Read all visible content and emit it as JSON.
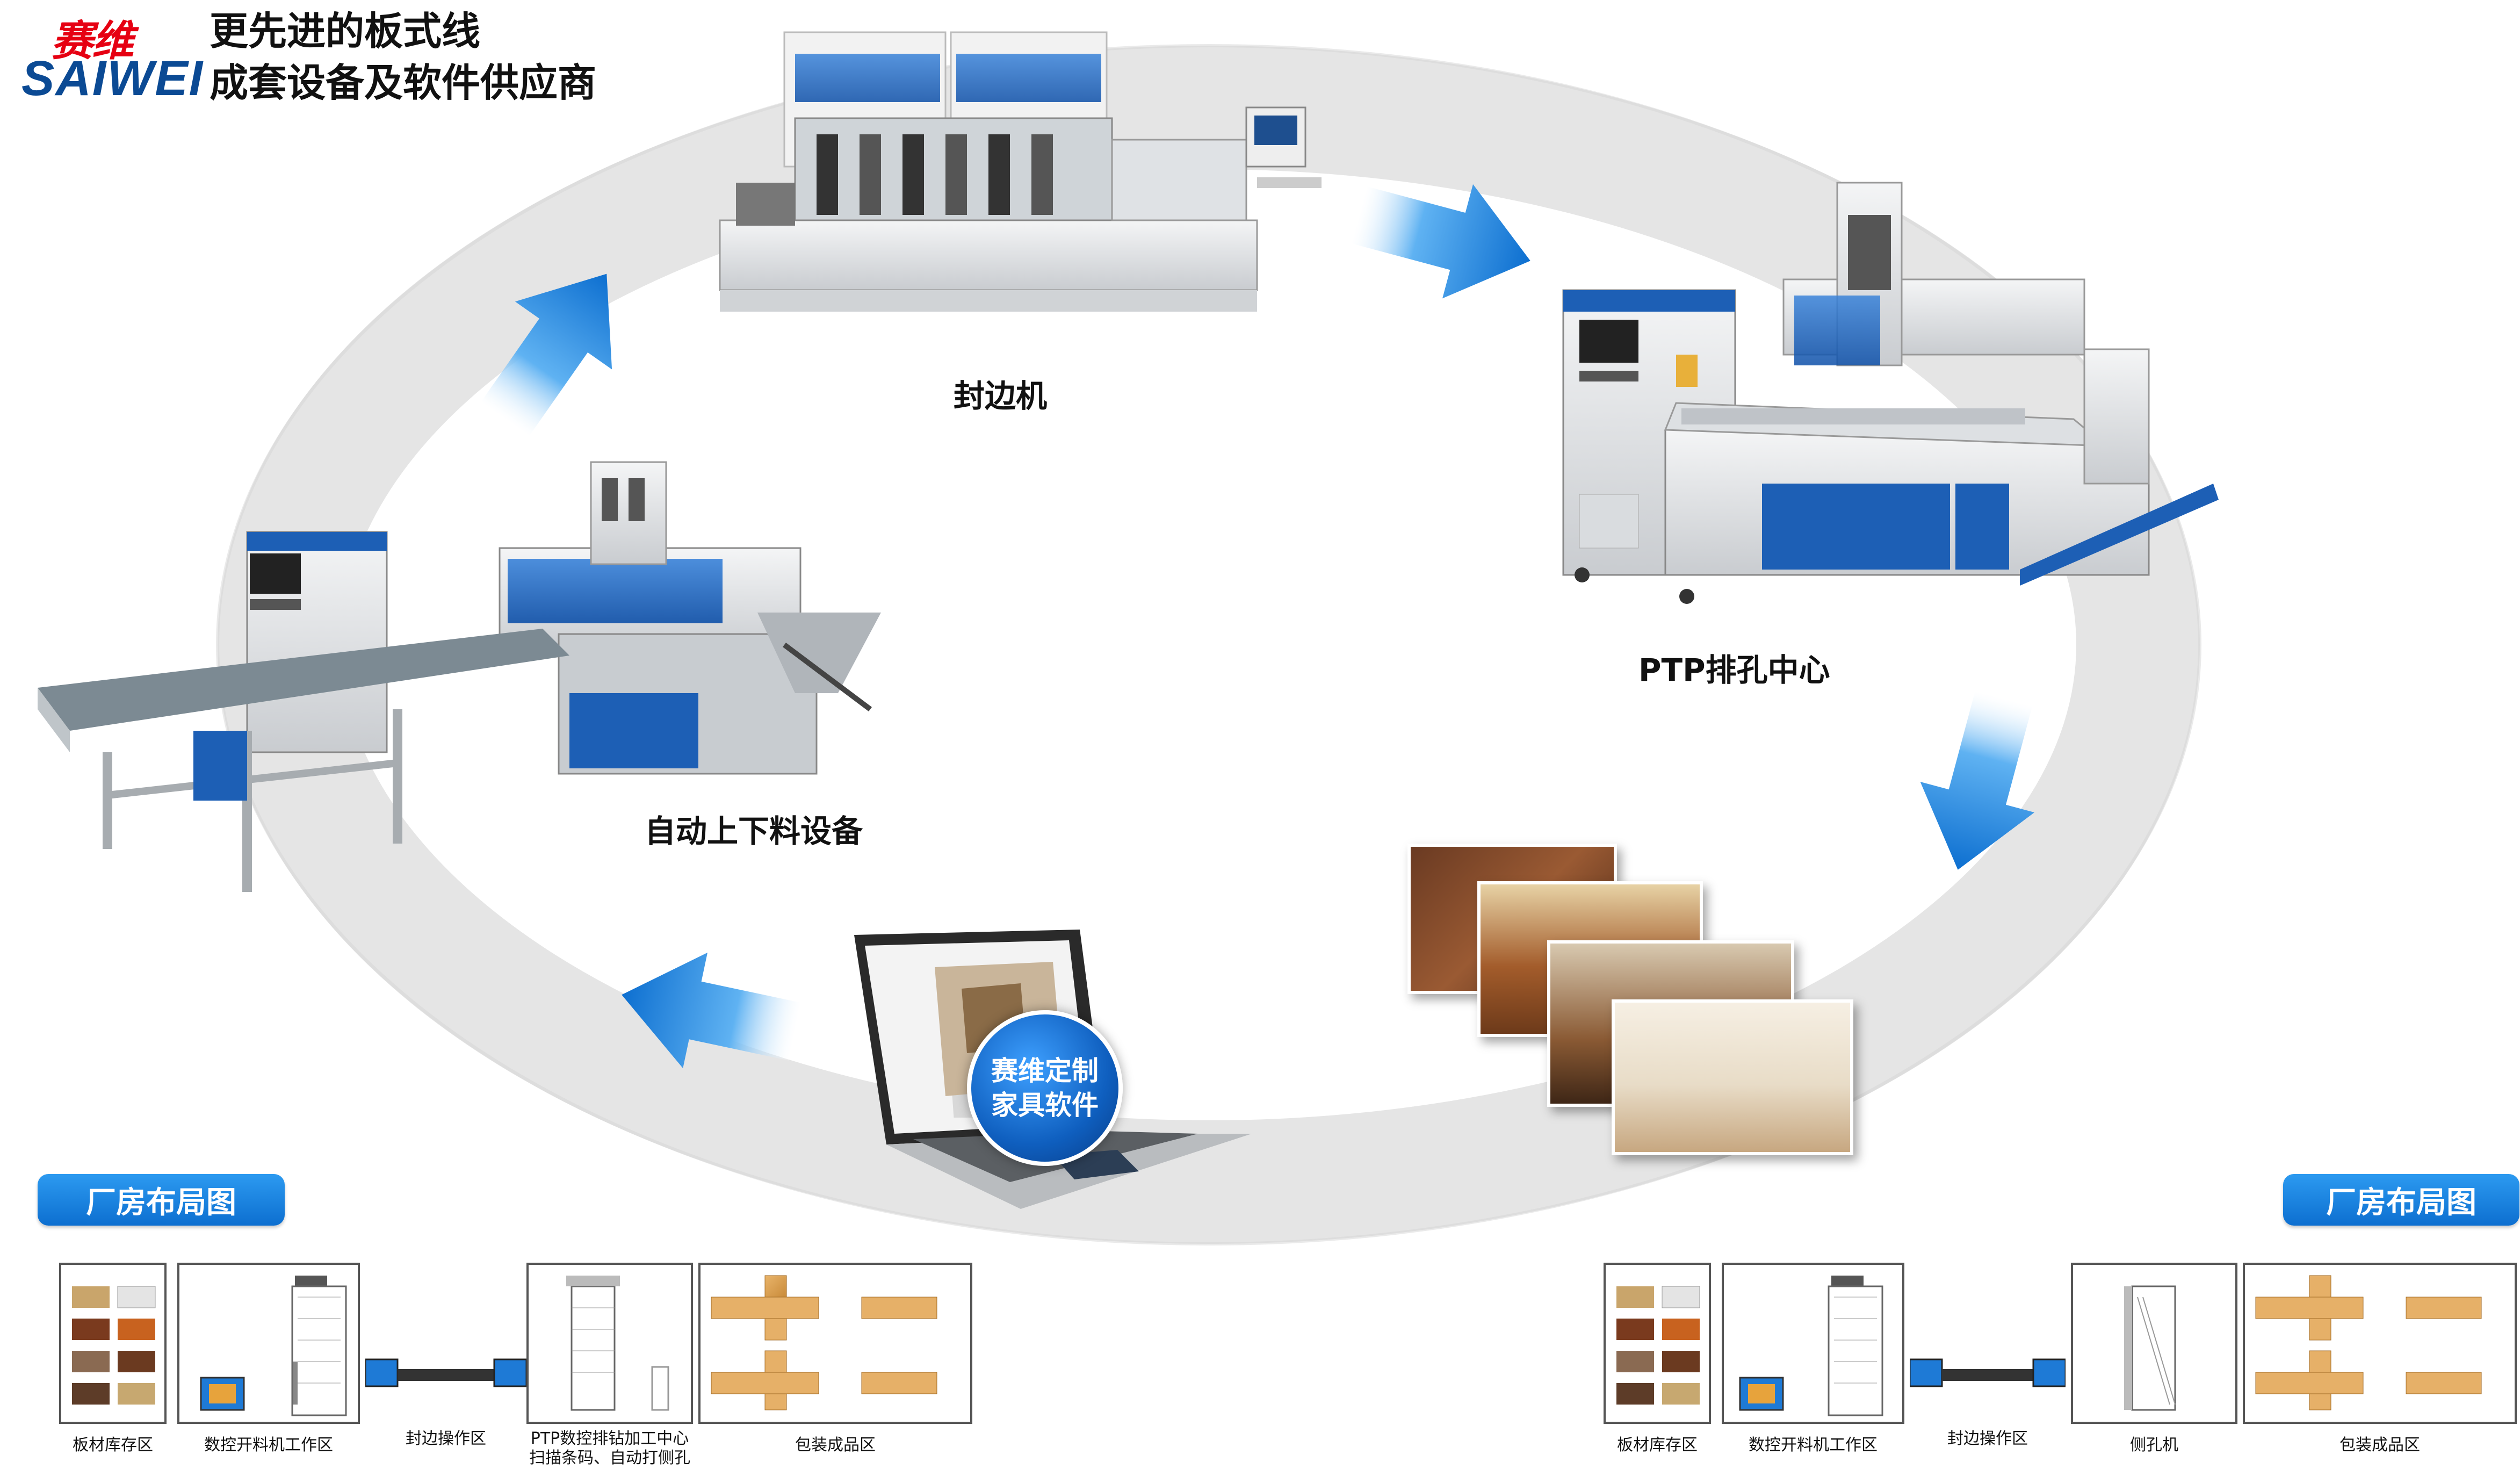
{
  "brand": {
    "name_cn": "赛维",
    "name_en": "SAIWEI",
    "slogan_line1": "更先进的板式线",
    "slogan_line2": "成套设备及软件供应商"
  },
  "cycle": {
    "edge_bander_label": "封边机",
    "ptp_label": "PTP排孔中心",
    "auto_loading_label": "自动上下料设备",
    "software_badge_line1": "赛维定制",
    "software_badge_line2": "家具软件"
  },
  "floor_plan_left": {
    "title": "厂房布局图",
    "areas": [
      {
        "label": "板材库存区"
      },
      {
        "label": "数控开料机工作区"
      },
      {
        "label": "封边操作区"
      },
      {
        "label": "PTP数控排钻加工中心",
        "label2": "扫描条码、自动打侧孔"
      },
      {
        "label": "包装成品区"
      }
    ]
  },
  "floor_plan_right": {
    "title": "厂房布局图",
    "areas": [
      {
        "label": "板材库存区"
      },
      {
        "label": "数控开料机工作区"
      },
      {
        "label": "封边操作区"
      },
      {
        "label": "侧孔机"
      },
      {
        "label": "包装成品区"
      }
    ]
  },
  "colors": {
    "brand_red": "#e60012",
    "brand_blue": "#0b4a94",
    "accent_blue": "#1a7fd8",
    "ring_grey": "#e6e6e6"
  }
}
